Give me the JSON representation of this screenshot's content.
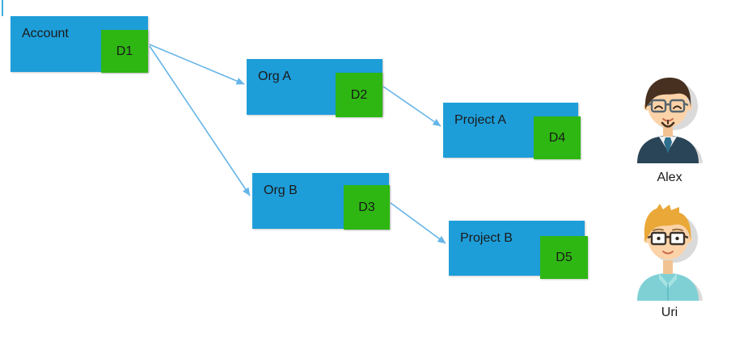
{
  "diagram": {
    "nodes": [
      {
        "id": "account",
        "label": "Account",
        "badge": "D1"
      },
      {
        "id": "org-a",
        "label": "Org A",
        "badge": "D2"
      },
      {
        "id": "project-a",
        "label": "Project A",
        "badge": "D4"
      },
      {
        "id": "org-b",
        "label": "Org B",
        "badge": "D3"
      },
      {
        "id": "project-b",
        "label": "Project B",
        "badge": "D5"
      }
    ],
    "edges": [
      {
        "from": "account",
        "to": "org-a"
      },
      {
        "from": "account",
        "to": "org-b"
      },
      {
        "from": "org-a",
        "to": "project-a"
      },
      {
        "from": "org-b",
        "to": "project-b"
      }
    ],
    "colors": {
      "node": "#1E9ED9",
      "badge": "#2EB712",
      "arrow": "#66B5E8",
      "text": "#1A1A1A"
    }
  },
  "people": [
    {
      "name": "Alex",
      "avatar": "man-dark-hair-glasses-avatar"
    },
    {
      "name": "Uri",
      "avatar": "man-blond-hair-glasses-avatar"
    }
  ]
}
